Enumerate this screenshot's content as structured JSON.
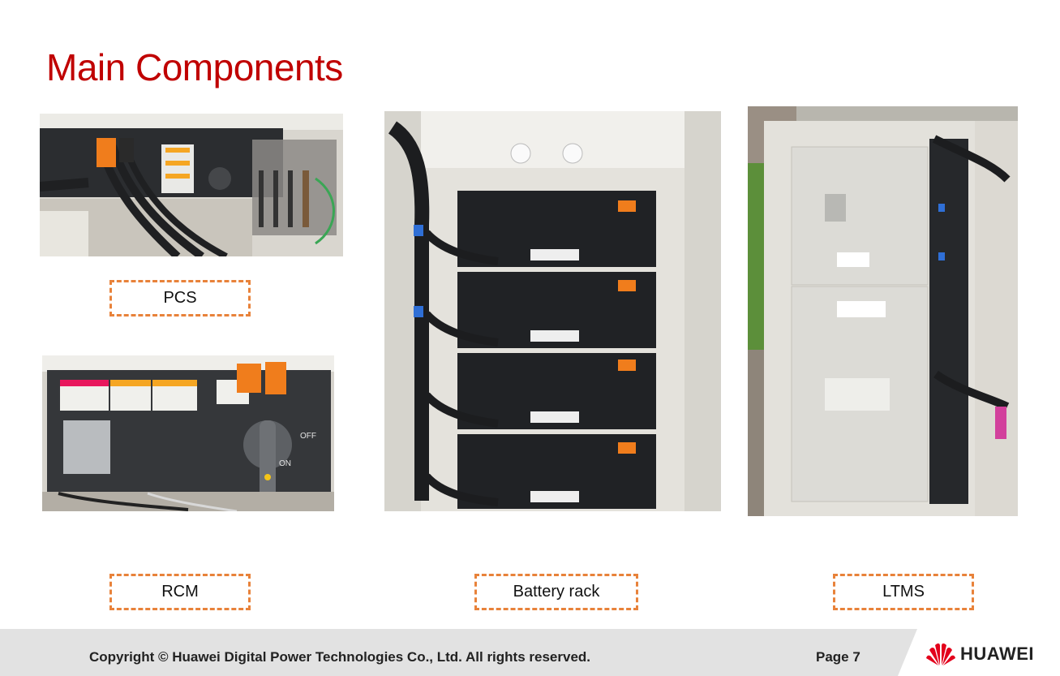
{
  "slide": {
    "title": "Main Components"
  },
  "components": {
    "pcs": "PCS",
    "rcm": "RCM",
    "battery_rack": "Battery rack",
    "ltms": "LTMS"
  },
  "photo_markings": {
    "off": "OFF",
    "on": "ON"
  },
  "footer": {
    "copyright": "Copyright © Huawei Digital Power Technologies Co., Ltd. All rights reserved.",
    "page": "Page 7",
    "brand": "HUAWEI"
  },
  "colors": {
    "title": "#c00000",
    "label_border": "#e8823a",
    "footer_bg": "#e2e2e2",
    "brand_red": "#e3001b"
  }
}
